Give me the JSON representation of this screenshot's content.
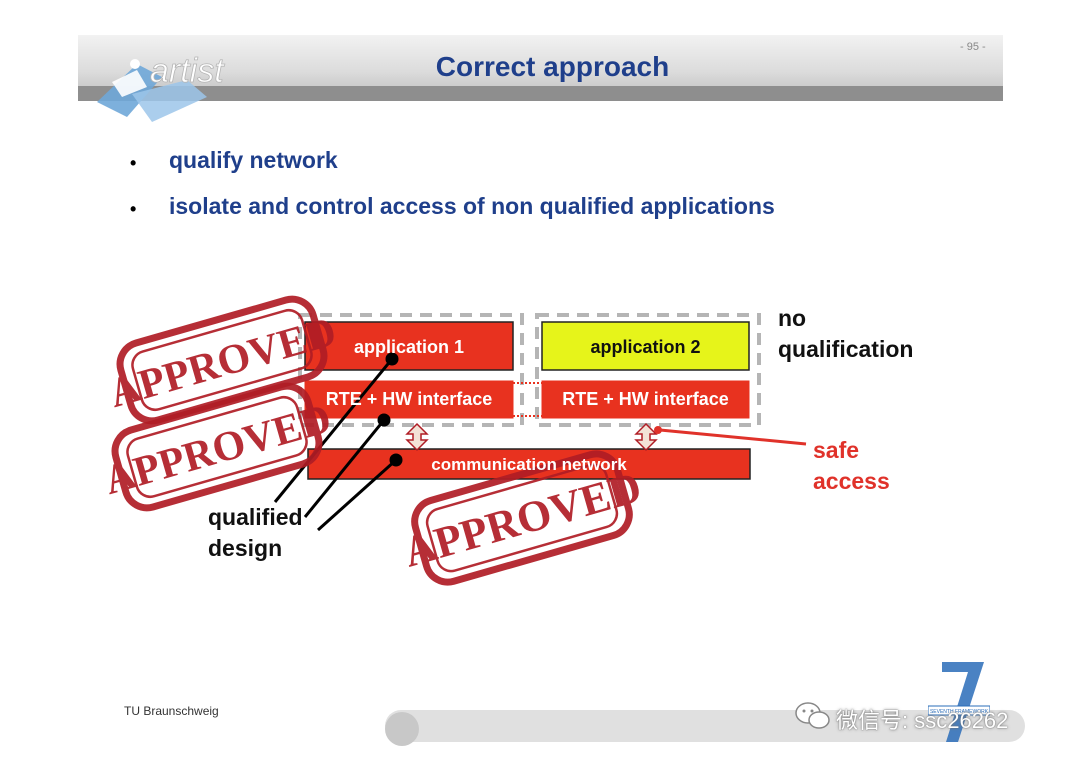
{
  "header": {
    "logo_text": "artist",
    "title": "Correct approach",
    "page_number": "- 95 -"
  },
  "bullets": [
    {
      "text": "qualify network"
    },
    {
      "text": "isolate and control access of non qualified applications"
    }
  ],
  "diagram": {
    "application1": "application 1",
    "application2": "application 2",
    "rte1": "RTE + HW interface",
    "rte2": "RTE + HW interface",
    "network": "communication network",
    "no_qualification_line1": "no",
    "no_qualification_line2": "qualification",
    "safe_access_line1": "safe",
    "safe_access_line2": "access",
    "qualified_design_line1": "qualified",
    "qualified_design_line2": "design",
    "stamp_text": "APPROVED",
    "colors": {
      "box_red": "#e8321f",
      "box_green": "#e6f41a",
      "stamp_red": "#b01d25",
      "title_blue": "#1f3f8b",
      "label_red": "#e0322a"
    }
  },
  "footer": {
    "institution": "TU Braunschweig",
    "watermark": "微信号: ssc26262",
    "fp7_logo_text": "SEVENTH FRAMEWORK PROGRAMME"
  }
}
